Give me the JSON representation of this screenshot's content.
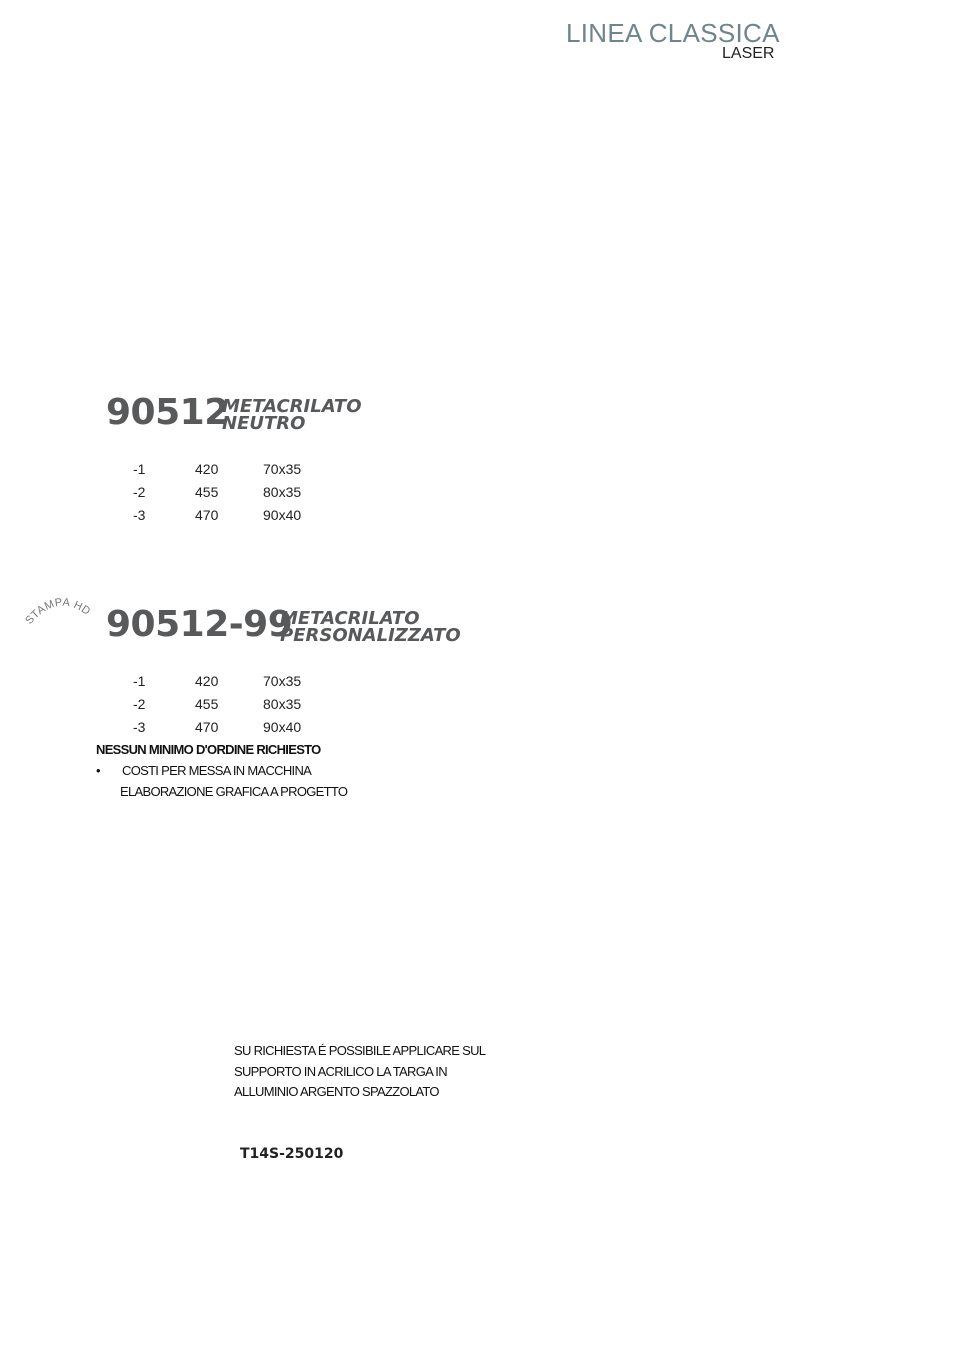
{
  "header": {
    "title": "LINEA CLASSICA",
    "subtitle": "LASER"
  },
  "products": [
    {
      "code": "90512",
      "desc_line1": "METACRILATO",
      "desc_line2": "NEUTRO",
      "rows": [
        {
          "variant": "-1",
          "price": "420",
          "size": "70x35"
        },
        {
          "variant": "-2",
          "price": "455",
          "size": "80x35"
        },
        {
          "variant": "-3",
          "price": "470",
          "size": "90x40"
        }
      ]
    },
    {
      "stamp": "STAMPA HD",
      "code": "90512-99",
      "desc_line1": "METACRILATO",
      "desc_line2": "PERSONALIZZATO",
      "rows": [
        {
          "variant": "-1",
          "price": "420",
          "size": "70x35"
        },
        {
          "variant": "-2",
          "price": "455",
          "size": "80x35"
        },
        {
          "variant": "-3",
          "price": "470",
          "size": "90x40"
        }
      ],
      "min_order": "NESSUN MINIMO D'ORDINE RICHIESTO",
      "bullet": "•",
      "bullet_line1": "COSTI PER MESSA IN MACCHINA",
      "bullet_line2": "ELABORAZIONE GRAFICA A PROGETTO"
    }
  ],
  "note": {
    "line1": "SU RICHIESTA É POSSIBILE APPLICARE SUL",
    "line2": "SUPPORTO IN ACRILICO LA TARGA IN",
    "line3": "ALLUMINIO ARGENTO SPAZZOLATO"
  },
  "reference_code": "T14S-250120"
}
